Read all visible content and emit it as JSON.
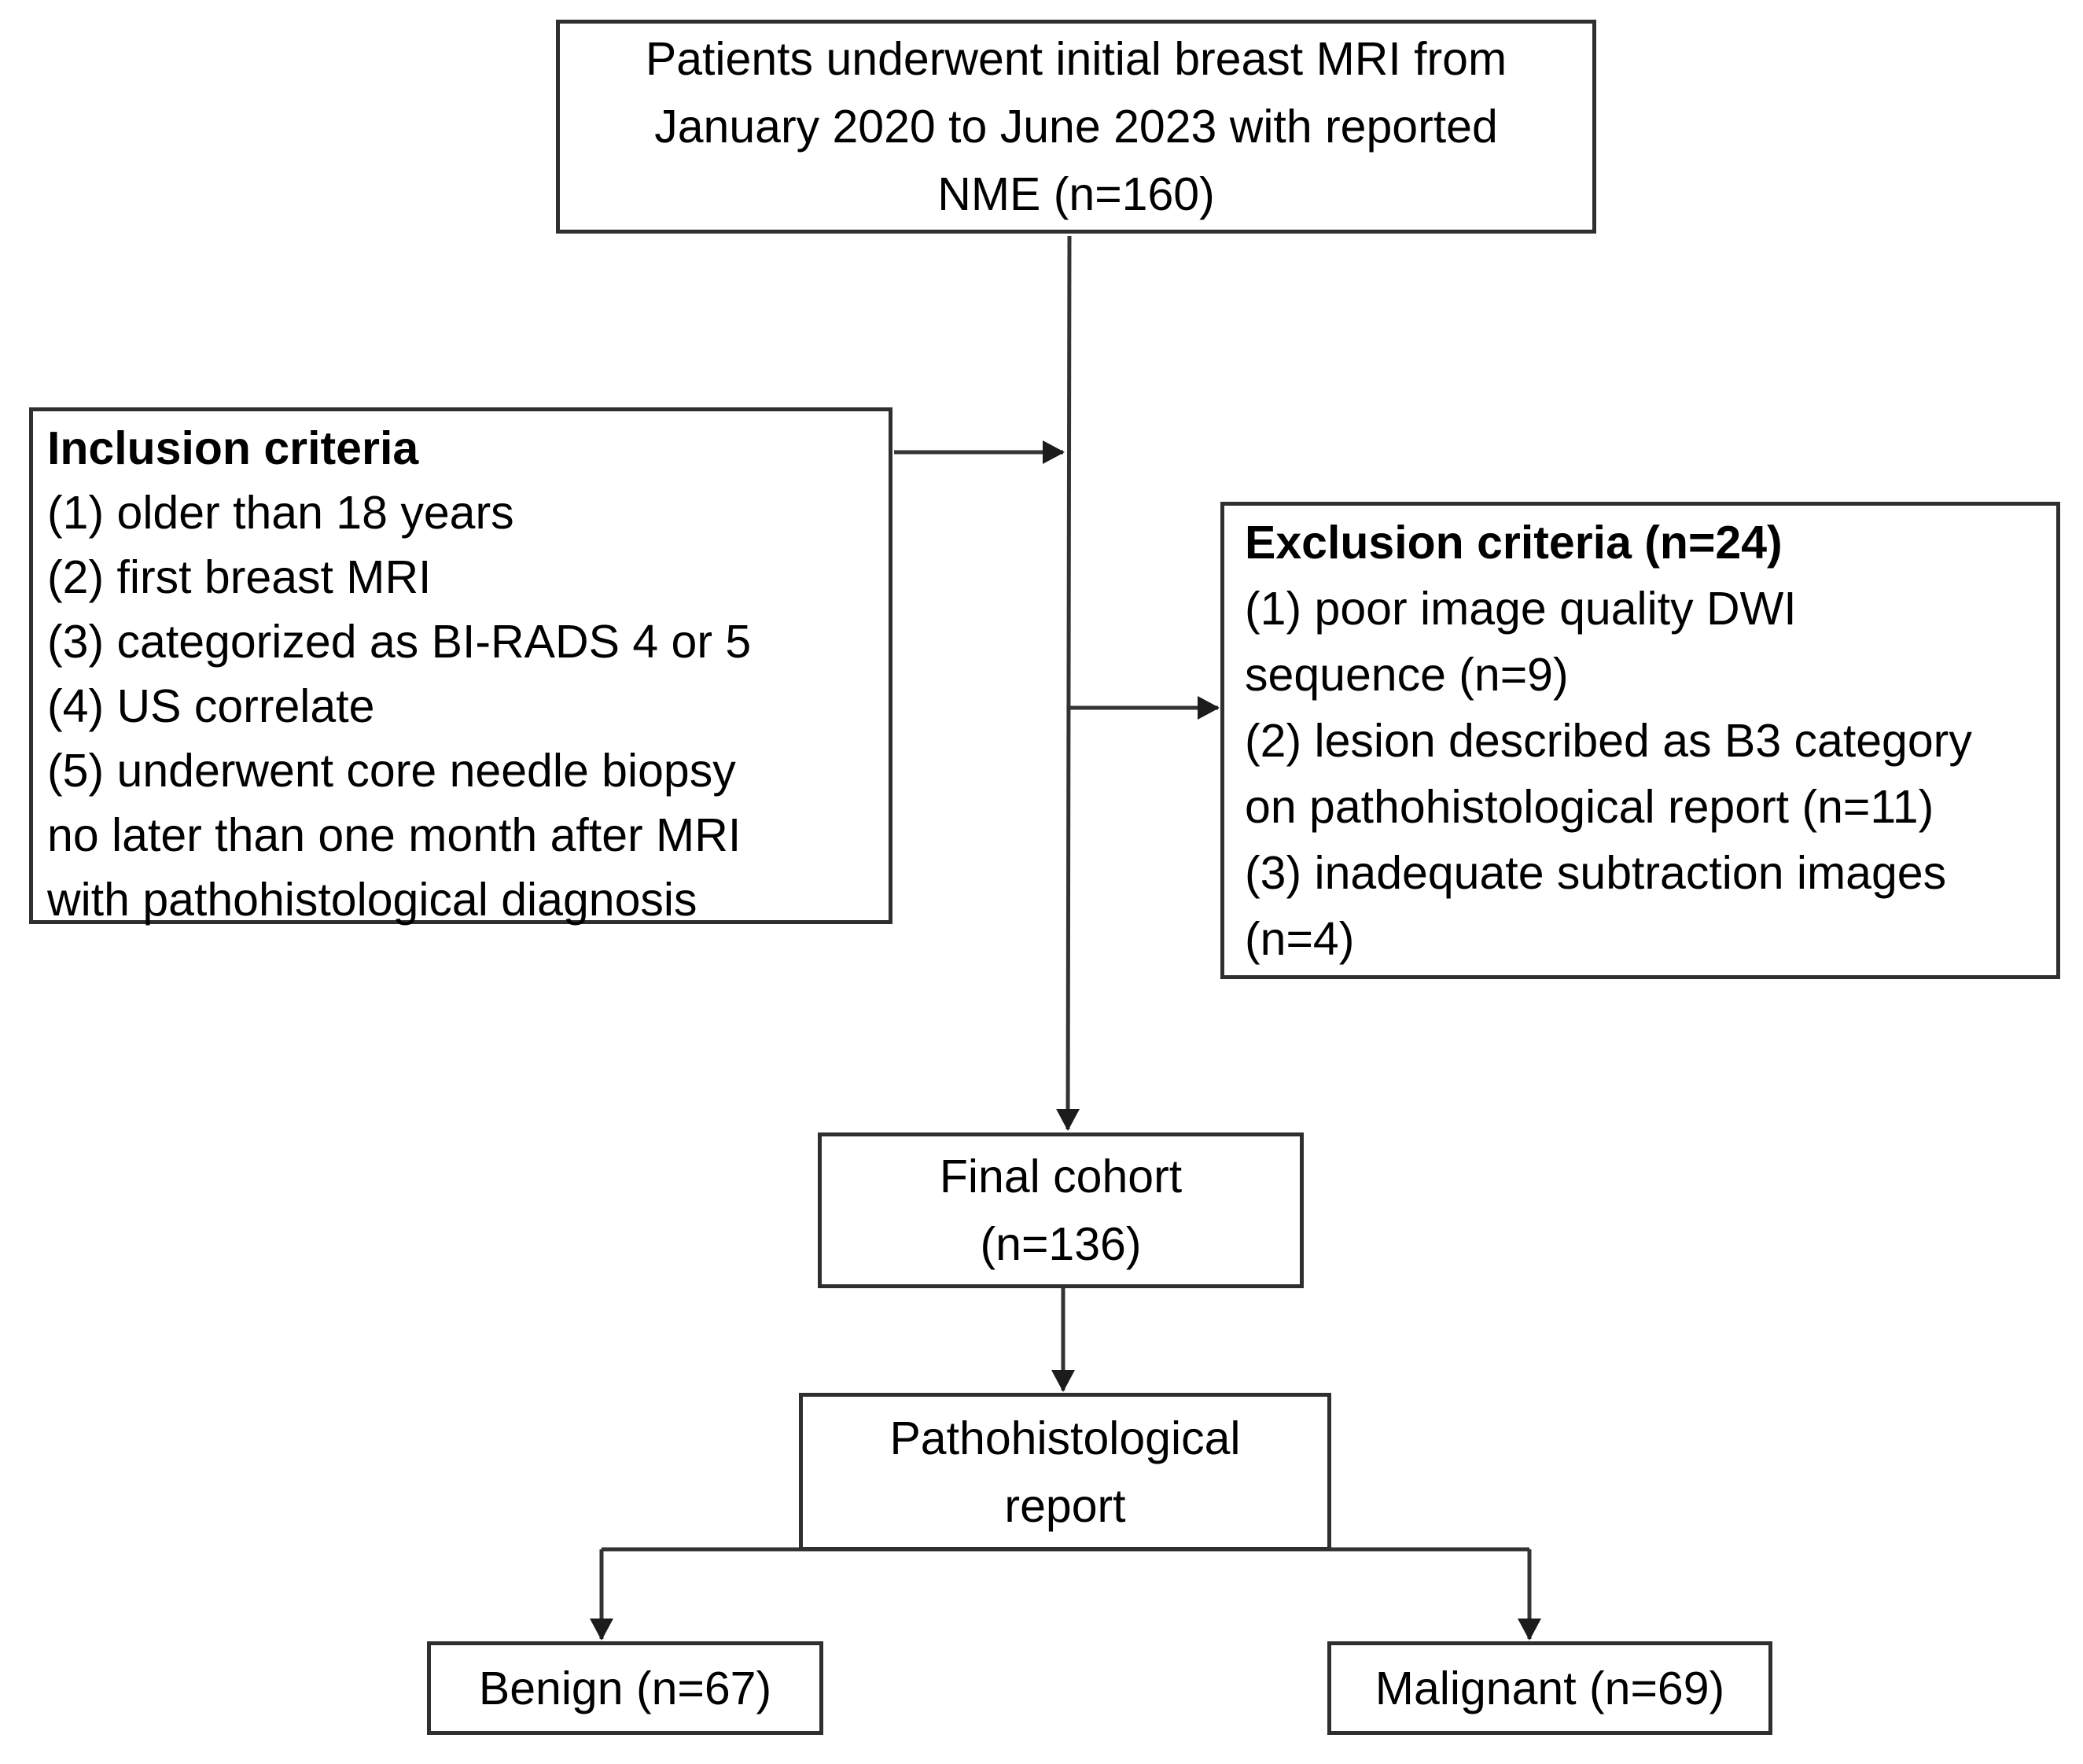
{
  "palette": {
    "background": "#ffffff",
    "box_border": "#2f2f2f",
    "connector": "#333333",
    "text": "#000000"
  },
  "boxes": {
    "initial": {
      "text": "Patients underwent initial breast MRI from\nJanuary 2020 to June 2023 with reported\nNME (n=160)"
    },
    "inclusion": {
      "title": "Inclusion criteria",
      "body": "(1) older than 18 years\n(2) first breast MRI\n(3) categorized as BI-RADS 4 or 5\n(4) US correlate\n(5) underwent core needle biopsy\nno later than one month after MRI\nwith pathohistological diagnosis"
    },
    "exclusion": {
      "title": "Exclusion criteria (n=24)",
      "body": "(1) poor image quality DWI\nsequence (n=9)\n(2) lesion described as B3 category\non pathohistological report (n=11)\n(3) inadequate subtraction images\n(n=4)"
    },
    "final_cohort": {
      "text": "Final cohort\n(n=136)"
    },
    "patho_report": {
      "text": "Pathohistological\nreport"
    },
    "benign": {
      "text": "Benign (n=67)"
    },
    "malignant": {
      "text": "Malignant (n=69)"
    }
  }
}
